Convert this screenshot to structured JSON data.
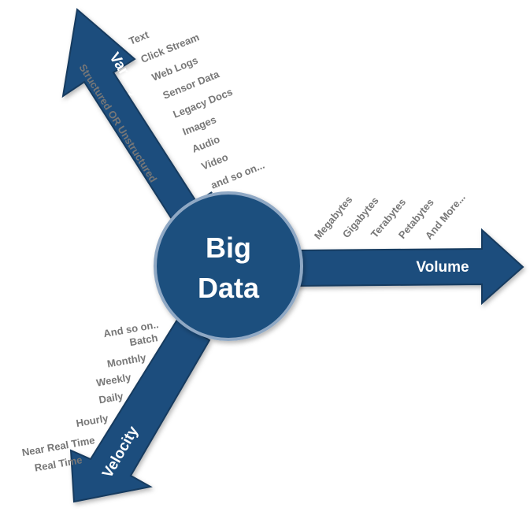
{
  "center": {
    "line1": "Big",
    "line2": "Data"
  },
  "variety": {
    "title": "Variety",
    "subtitle": "Structured OR Unstructured",
    "items": [
      "Text",
      "Click Stream",
      "Web Logs",
      "Sensor Data",
      "Legacy Docs",
      "Images",
      "Audio",
      "Video",
      "and so on..."
    ]
  },
  "volume": {
    "title": "Volume",
    "items": [
      "Megabytes",
      "Gigabytes",
      "Terabytes",
      "Petabytes",
      "And More..."
    ]
  },
  "velocity": {
    "title": "Velocity",
    "items": [
      "And so on..",
      "Batch",
      "Monthly",
      "Weekly",
      "Daily",
      "Hourly",
      "Near Real Time",
      "Real Time"
    ]
  },
  "colors": {
    "arrow_fill": "#1e4e7d",
    "arrow_stroke": "#163a5f",
    "circle_fill": "#1f4f7e",
    "circle_ring": "#8fa8c4",
    "label_gray": "#777777"
  }
}
